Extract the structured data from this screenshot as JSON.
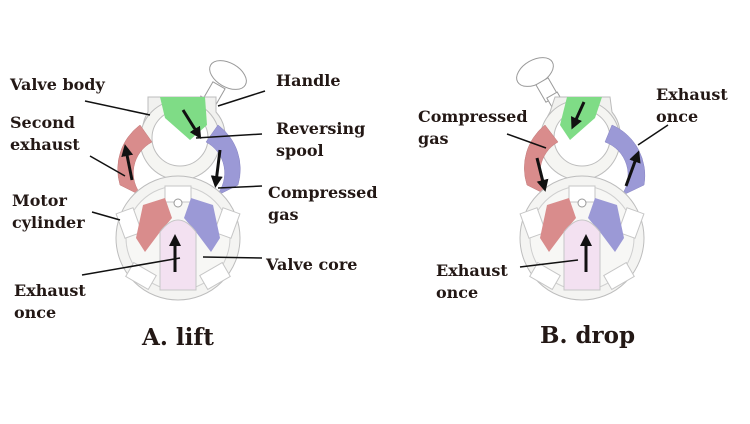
{
  "colors": {
    "text": "#231815",
    "green": "#7fdc86",
    "red": "#d98c8c",
    "blue": "#9b99d6",
    "pink": "#f3e1f1",
    "outline": "#bdbdbd"
  },
  "panel_a": {
    "caption": "A. lift",
    "labels": {
      "valve_body": "Valve body",
      "handle": "Handle",
      "second_exhaust": "Second\nexhaust",
      "reversing_spool": "Reversing\nspool",
      "motor_cylinder": "Motor\ncylinder",
      "compressed_gas": "Compressed\ngas",
      "valve_core": "Valve core",
      "exhaust_once": "Exhaust\nonce"
    }
  },
  "panel_b": {
    "caption": "B. drop",
    "labels": {
      "compressed_gas": "Compressed\ngas",
      "exhaust_once_top": "Exhaust\nonce",
      "exhaust_once_bottom": "Exhaust\nonce"
    }
  }
}
